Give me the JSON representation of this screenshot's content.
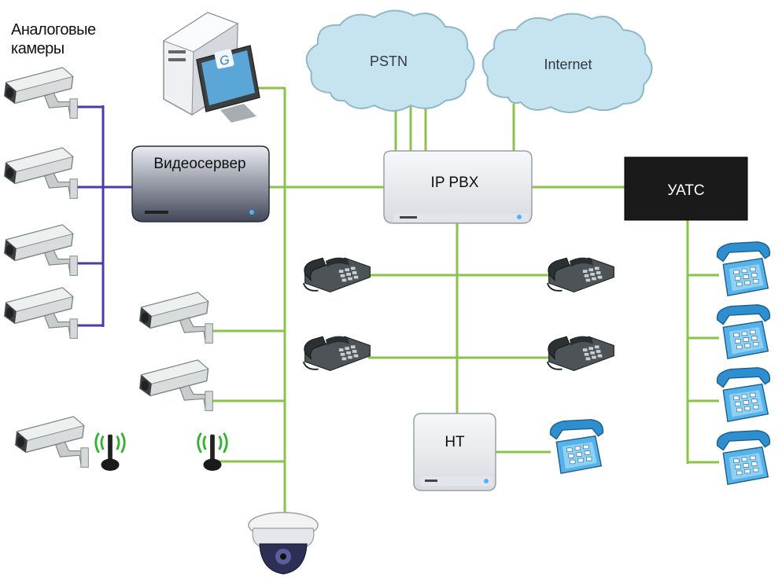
{
  "heading": {
    "line1": "Аналоговые",
    "line2": "камеры"
  },
  "nodes": {
    "videoserver": "Видеосервер",
    "ip_pbx": "IP PBX",
    "uats": "УАТС",
    "ht": "HT",
    "pstn": "PSTN",
    "internet": "Internet"
  },
  "colors": {
    "ethernet_link": "#8bc34a",
    "analog_link": "#4b3aa8",
    "cloud": "#c6e4ef",
    "uats_box": "#1a1a1a",
    "ip_phone": "#4aa8e0"
  },
  "icons": {
    "analog_cameras": "cctv-camera-icon",
    "ip_cameras": "cctv-camera-icon",
    "wireless": "wireless-antenna-icon",
    "dome": "dome-camera-icon",
    "workstation": "computer-icon",
    "desk_phones": "desk-phone-icon",
    "analog_phones": "telephone-icon"
  }
}
